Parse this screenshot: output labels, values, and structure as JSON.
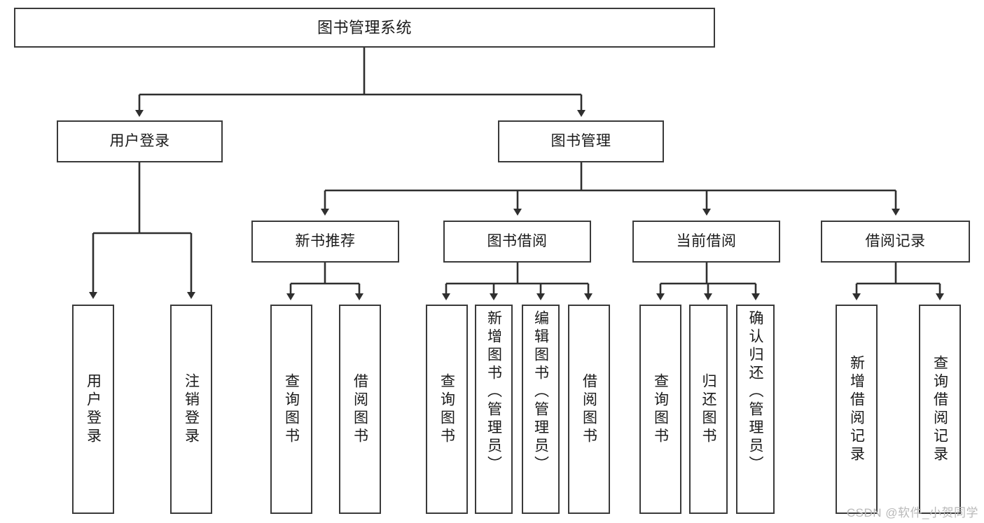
{
  "diagram": {
    "title": "图书管理系统",
    "type": "tree",
    "colors": {
      "box_border": "#3a3a3a",
      "box_fill": "#ffffff",
      "connector": "#2f2f2f",
      "text": "#1a1a1a",
      "watermark": "#b9b9b9",
      "background": "#ffffff"
    },
    "levels": {
      "root": {
        "label": "图书管理系统"
      },
      "level1": [
        {
          "label": "用户登录"
        },
        {
          "label": "图书管理"
        }
      ],
      "level2": [
        {
          "label": "新书推荐"
        },
        {
          "label": "图书借阅"
        },
        {
          "label": "当前借阅"
        },
        {
          "label": "借阅记录"
        }
      ],
      "leaves": {
        "user_login": [
          {
            "label": "用户登录"
          },
          {
            "label": "注销登录"
          }
        ],
        "new_book_recommend": [
          {
            "label": "查询图书"
          },
          {
            "label": "借阅图书"
          }
        ],
        "book_borrow": [
          {
            "label": "查询图书"
          },
          {
            "label": "新增图书（管理员）"
          },
          {
            "label": "编辑图书（管理员）"
          },
          {
            "label": "借阅图书"
          }
        ],
        "current_borrow": [
          {
            "label": "查询图书"
          },
          {
            "label": "归还图书"
          },
          {
            "label": "确认归还（管理员）"
          }
        ],
        "borrow_record": [
          {
            "label": "新增借阅记录"
          },
          {
            "label": "查询借阅记录"
          }
        ]
      }
    },
    "watermark": "CSDN @软件_小贺同学"
  }
}
